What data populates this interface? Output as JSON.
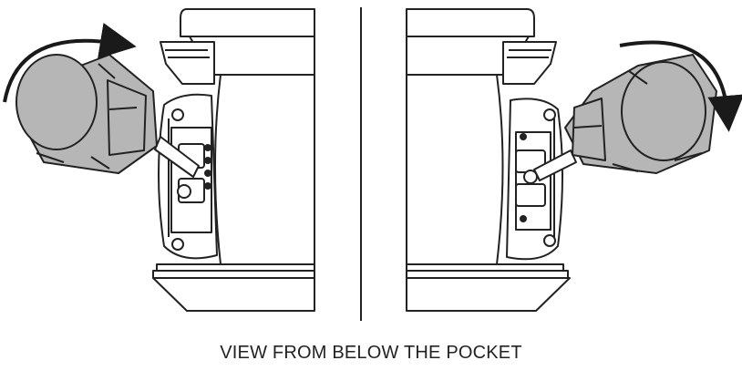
{
  "caption": "VIEW FROM BELOW THE POCKET",
  "colors": {
    "line": "#222222",
    "screwdriver_fill": "#b6b6b6",
    "part_fill": "#ffffff",
    "arrow": "#1a1a1a"
  },
  "panels": [
    {
      "side": "left",
      "rotation_arrow": "clockwise"
    },
    {
      "side": "right",
      "rotation_arrow": "clockwise"
    }
  ]
}
